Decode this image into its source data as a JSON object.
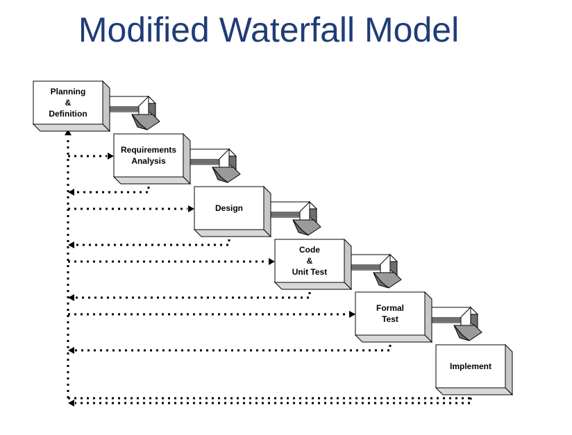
{
  "title": "Modified Waterfall Model",
  "colors": {
    "title": "#1f3c78",
    "box_front": "#ffffff",
    "box_side": "#c8c8c8",
    "box_bottom": "#d8d8d8",
    "arrow_dark": "#6e6e6e",
    "arrow_mid": "#9a9a9a",
    "outline": "#000000"
  },
  "steps": [
    {
      "lines": [
        "Planning",
        "&",
        "Definition"
      ]
    },
    {
      "lines": [
        "Requirements",
        "Analysis"
      ]
    },
    {
      "lines": [
        "Design"
      ]
    },
    {
      "lines": [
        "Code",
        "&",
        "Unit Test"
      ]
    },
    {
      "lines": [
        "Formal",
        "Test"
      ]
    },
    {
      "lines": [
        "Implement"
      ]
    }
  ]
}
